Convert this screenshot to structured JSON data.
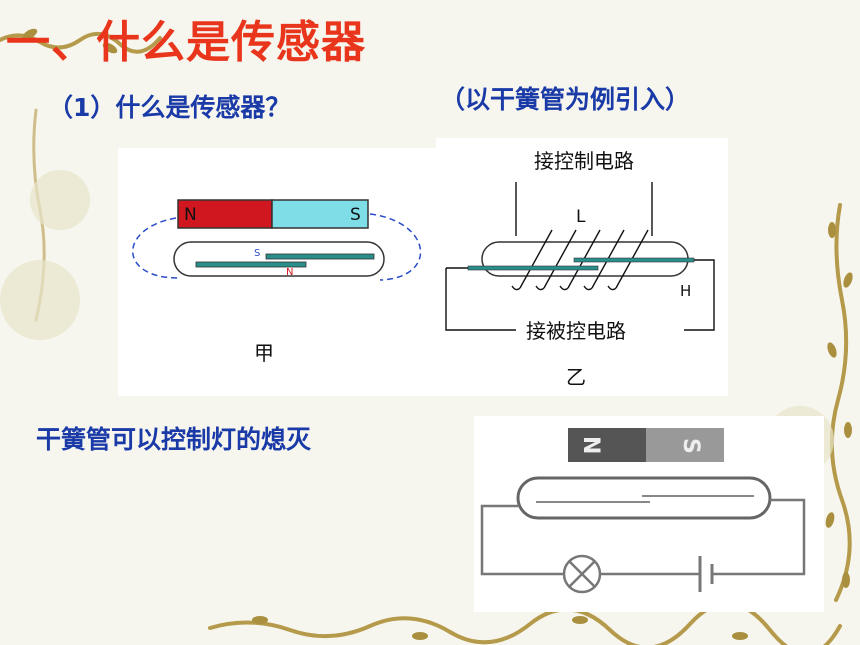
{
  "slide": {
    "title": "一、什么是传感器",
    "subtitle": "（1）什么是传感器？",
    "note": "（以干簧管为例引入）",
    "caption": "干簧管可以控制灯的熄灭"
  },
  "figure_a": {
    "magnet_n": "N",
    "magnet_s": "S",
    "reed_s": "S",
    "reed_n": "N",
    "label": "甲"
  },
  "figure_b": {
    "control_circuit": "接控制电路",
    "coil_label": "L",
    "terminal_label": "H",
    "controlled_circuit": "接被控电路",
    "label": "乙"
  },
  "figure_c": {
    "magnet_n": "N",
    "magnet_s": "S"
  },
  "colors": {
    "title": "#e8351c",
    "text": "#1a3aa8",
    "magnet_north": "#d0161e",
    "magnet_south": "#7fdde8",
    "vine": "#b49a4a"
  }
}
